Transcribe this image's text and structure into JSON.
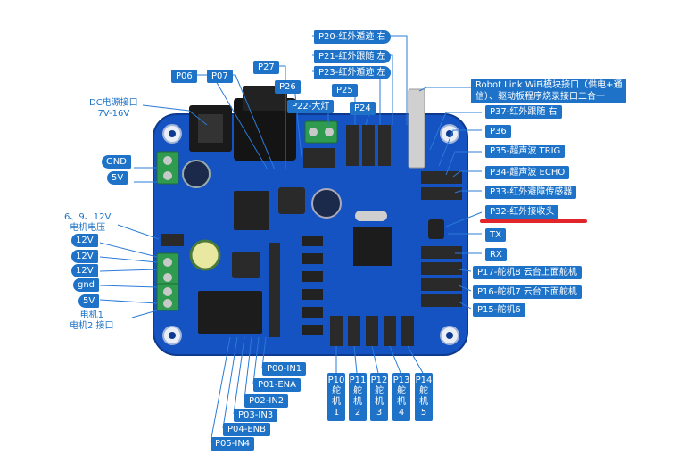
{
  "colors": {
    "board": "#1552c2",
    "board_dark": "#0d3a8e",
    "label_bg": "#1e73c8",
    "leader": "#2a7bd6",
    "highlight": "#e1252a",
    "header": "#2a2a2a",
    "terminal": "#2e9b4f"
  },
  "labels": {
    "dc_power": [
      "DC电源接口",
      "7V-16V"
    ],
    "gnd": "GND",
    "v5_top": "5V",
    "motor_voltage": [
      "6、9、12V",
      "电机电压"
    ],
    "v12_a": "12V",
    "v12_b": "12V",
    "v12_c": "12V",
    "gnd_low": "gnd",
    "v5_low": "5V",
    "motor_iface": [
      "电机1",
      "电机2 接口"
    ],
    "p06": "P06",
    "p07": "P07",
    "p27": "P27",
    "p26": "P26",
    "p22": "P22-大灯",
    "p25": "P25",
    "p24": "P24",
    "p20": "P20-红外遁迹 右",
    "p21": "P21-红外跟随 左",
    "p23": "P23-红外遁迹 左",
    "robot_link": [
      "Robot Link WiFi模块接口（供电+通",
      "信）、驱动板程序烧录接口二合一"
    ],
    "p37": "P37-红外跟随 右",
    "p36": "P36",
    "p35": "P35-超声波 TRIG",
    "p34": "P34-超声波 ECHO",
    "p33": "P33-红外避障传感器",
    "p32": "P32-红外接收头",
    "tx": "TX",
    "rx": "RX",
    "p17": "P17-舵机8 云台上面舵机",
    "p16": "P16-舵机7 云台下面舵机",
    "p15": "P15-舵机6",
    "p00": "P00-IN1",
    "p01": "P01-ENA",
    "p02": "P02-IN2",
    "p03": "P03-IN3",
    "p04": "P04-ENB",
    "p05": "P05-IN4",
    "servos": [
      {
        "pin": "P10",
        "chars": [
          "舵",
          "机",
          "1"
        ]
      },
      {
        "pin": "P11",
        "chars": [
          "舵",
          "机",
          "2"
        ]
      },
      {
        "pin": "P12",
        "chars": [
          "舵",
          "机",
          "3"
        ]
      },
      {
        "pin": "P13",
        "chars": [
          "舵",
          "机",
          "4"
        ]
      },
      {
        "pin": "P14",
        "chars": [
          "舵",
          "机",
          "5"
        ]
      }
    ]
  }
}
